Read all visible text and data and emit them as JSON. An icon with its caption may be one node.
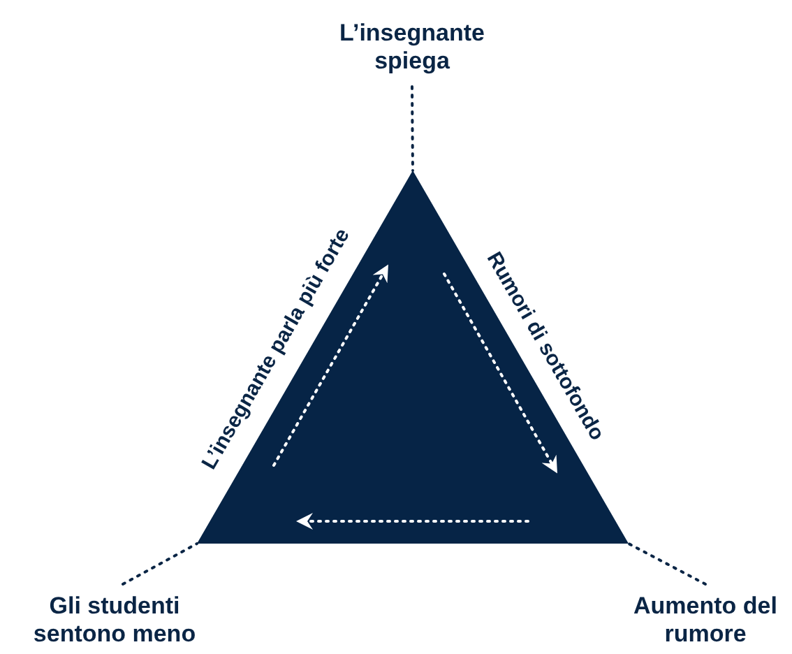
{
  "diagram": {
    "nodes": [
      {
        "text": [
          "L’insegnante spiega"
        ]
      },
      {
        "text": [],
        "shape": "triangle"
      },
      {
        "text": [
          "Gli studenti sentono meno"
        ]
      },
      {
        "text": [
          "Aumento del rumore"
        ]
      }
    ],
    "edges": [
      {
        "from": 0,
        "to": 1,
        "arrow": "none",
        "style": "dashed"
      },
      {
        "from": 2,
        "to": 1,
        "arrow": "none",
        "style": "dashed"
      },
      {
        "from": 3,
        "to": 1,
        "arrow": "none",
        "style": "dashed"
      }
    ],
    "labels": [
      "L’insegnante parla più forte",
      "Rumori di sottofondo"
    ]
  }
}
